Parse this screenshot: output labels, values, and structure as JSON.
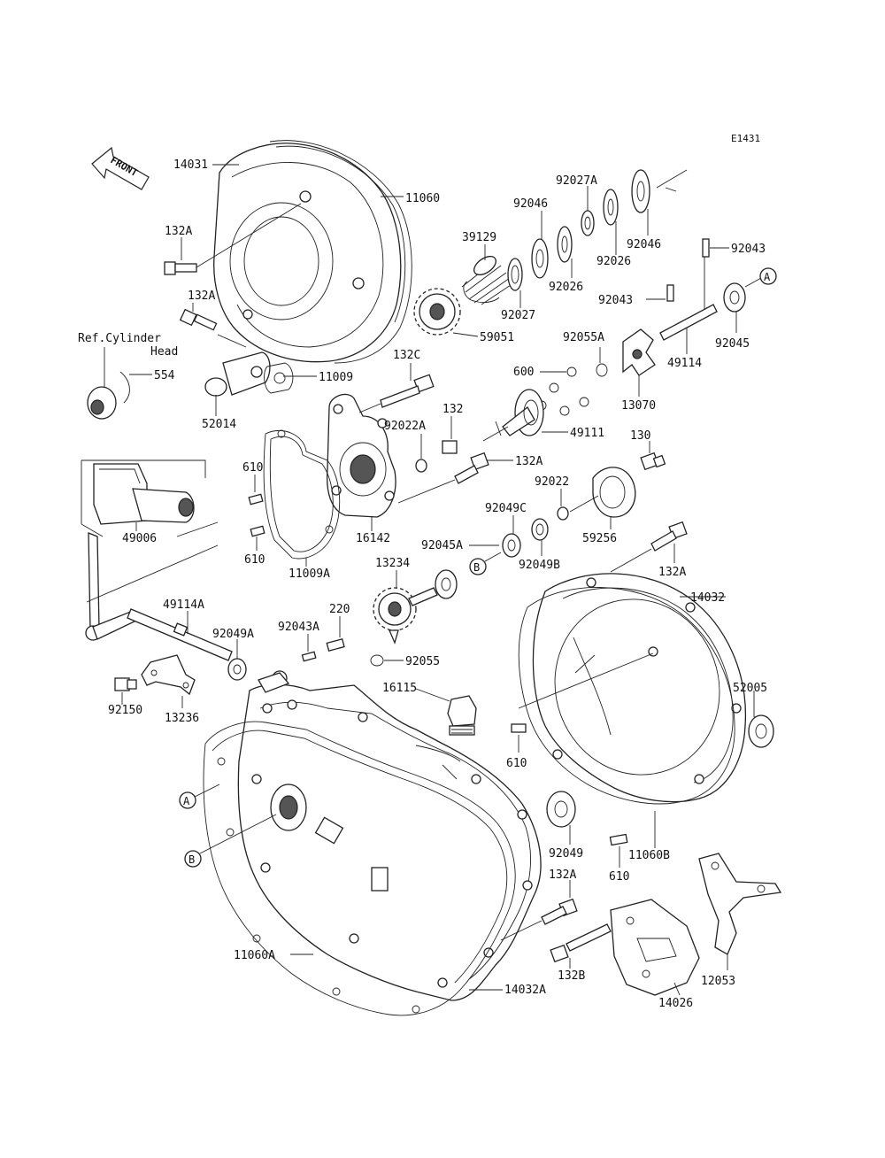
{
  "diagram_code": "E1431",
  "front_label": "FRONT",
  "ref_note": [
    "Ref.Cylinder",
    "Head"
  ],
  "labels": {
    "p14031": "14031",
    "p11060": "11060",
    "p132A_1": "132A",
    "p132A_2": "132A",
    "p39129": "39129",
    "p92046_1": "92046",
    "p92027A": "92027A",
    "p92046_2": "92046",
    "p92026_1": "92026",
    "p92026_2": "92026",
    "p92043_1": "92043",
    "p92043_2": "92043",
    "p92027": "92027",
    "p59051": "59051",
    "p92055A": "92055A",
    "p92045": "92045",
    "p49114": "49114",
    "p554": "554",
    "p11009": "11009",
    "p132C": "132C",
    "p600": "600",
    "p13070": "13070",
    "p52014": "52014",
    "p132": "132",
    "p92022A": "92022A",
    "p49111": "49111",
    "p610_1": "610",
    "p132A_3": "132A",
    "p130": "130",
    "p92022": "92022",
    "p92049C": "92049C",
    "p49006": "49006",
    "p16142": "16142",
    "p92045A": "92045A",
    "p59256": "59256",
    "p610_2": "610",
    "p11009A": "11009A",
    "p92049B": "92049B",
    "p13234": "13234",
    "p132A_4": "132A",
    "p14032": "14032",
    "p49114A": "49114A",
    "p220": "220",
    "p92049A": "92049A",
    "p92043A": "92043A",
    "p92055": "92055",
    "p16115": "16115",
    "p92150": "92150",
    "p13236": "13236",
    "p52005": "52005",
    "p610_3": "610",
    "p92049": "92049",
    "p11060B": "11060B",
    "p610_4": "610",
    "p132A_5": "132A",
    "p11060A": "11060A",
    "p132B": "132B",
    "p12053": "12053",
    "p14032A": "14032A",
    "p14026": "14026"
  },
  "markers": {
    "A_right": "A",
    "B_mid": "B",
    "A_left": "A",
    "B_left": "B"
  }
}
